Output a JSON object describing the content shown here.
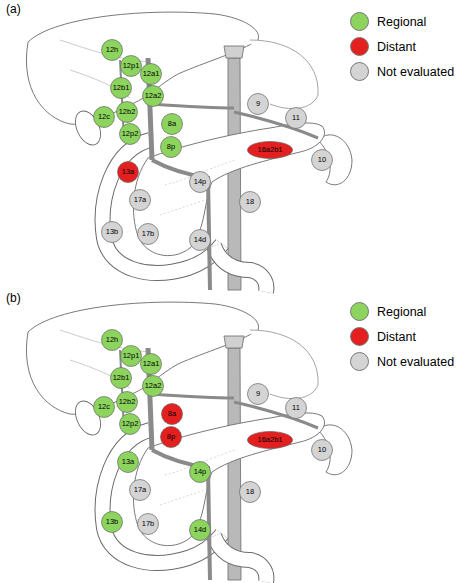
{
  "diagram": {
    "nodes": [
      {
        "text": [
          "12h"
        ]
      },
      {
        "text": [
          "12p1"
        ]
      },
      {
        "text": [
          "12a1"
        ]
      },
      {
        "text": [
          "12b1"
        ]
      },
      {
        "text": [
          "12a2"
        ]
      },
      {
        "text": [
          "9"
        ]
      },
      {
        "text": [
          "11"
        ]
      },
      {
        "text": [
          "12c"
        ]
      },
      {
        "text": [
          "12b2"
        ]
      },
      {
        "text": [
          "12p2"
        ]
      },
      {
        "text": [
          "8a"
        ]
      },
      {
        "text": [
          "8p"
        ]
      },
      {
        "text": [
          "16a2b1"
        ]
      },
      {
        "text": [
          "10"
        ]
      },
      {
        "text": [
          "13a"
        ]
      },
      {
        "text": [
          "14p"
        ]
      },
      {
        "text": [
          "17a"
        ]
      },
      {
        "text": [
          "18"
        ]
      },
      {
        "text": [
          "13b"
        ]
      },
      {
        "text": [
          "17b"
        ]
      },
      {
        "text": [
          "14d"
        ]
      },
      {
        "text": [
          "12h"
        ]
      },
      {
        "text": [
          "12p1"
        ]
      },
      {
        "text": [
          "12a1"
        ]
      },
      {
        "text": [
          "12b1"
        ]
      },
      {
        "text": [
          "12a2"
        ]
      },
      {
        "text": [
          "9"
        ]
      },
      {
        "text": [
          "11"
        ]
      },
      {
        "text": [
          "12c"
        ]
      },
      {
        "text": [
          "12b2"
        ]
      },
      {
        "text": [
          "12p2"
        ]
      },
      {
        "text": [
          "8a"
        ]
      },
      {
        "text": [
          "8p"
        ]
      },
      {
        "text": [
          "16a2b1"
        ]
      },
      {
        "text": [
          "10"
        ]
      },
      {
        "text": [
          "13a"
        ]
      },
      {
        "text": [
          "14p"
        ]
      },
      {
        "text": [
          "17a"
        ]
      },
      {
        "text": [
          "18"
        ]
      },
      {
        "text": [
          "13b"
        ]
      },
      {
        "text": [
          "17b"
        ]
      },
      {
        "text": [
          "14d"
        ]
      }
    ],
    "labels": [
      "(a)",
      "(b)"
    ],
    "legend": [
      {
        "text": "Regional",
        "color": "#8cd45e"
      },
      {
        "text": "Distant",
        "color": "#e3201f"
      },
      {
        "text": "Not evaluated",
        "color": "#d4d4d4"
      },
      {
        "text": "Regional",
        "color": "#8cd45e"
      },
      {
        "text": "Distant",
        "color": "#e3201f"
      },
      {
        "text": "Not evaluated",
        "color": "#d4d4d4"
      }
    ]
  }
}
